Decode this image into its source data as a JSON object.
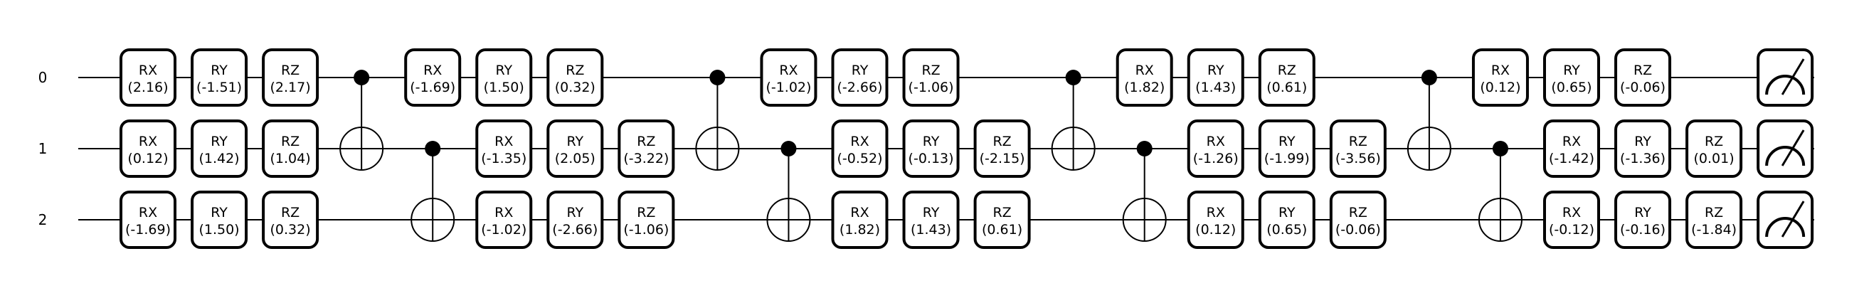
{
  "diagram": {
    "wires": [
      {
        "label": "0"
      },
      {
        "label": "1"
      },
      {
        "label": "2"
      }
    ],
    "layers": [
      {
        "type": "gates",
        "gates": [
          {
            "name": "RX",
            "param": "(2.16)"
          },
          {
            "name": "RX",
            "param": "(0.12)"
          },
          {
            "name": "RX",
            "param": "(-1.69)"
          }
        ]
      },
      {
        "type": "gates",
        "gates": [
          {
            "name": "RY",
            "param": "(-1.51)"
          },
          {
            "name": "RY",
            "param": "(1.42)"
          },
          {
            "name": "RY",
            "param": "(1.50)"
          }
        ]
      },
      {
        "type": "gates",
        "gates": [
          {
            "name": "RZ",
            "param": "(2.17)"
          },
          {
            "name": "RZ",
            "param": "(1.04)"
          },
          {
            "name": "RZ",
            "param": "(0.32)"
          }
        ]
      },
      {
        "type": "cnot",
        "control": 0,
        "target": 1
      },
      {
        "type": "mixed",
        "gates": [
          {
            "name": "RX",
            "param": "(-1.69)"
          },
          {
            "cnot": "control",
            "to": 2
          },
          {
            "cnot": "target",
            "from": 1
          }
        ]
      },
      {
        "type": "gates",
        "gates": [
          {
            "name": "RY",
            "param": "(1.50)"
          },
          {
            "name": "RX",
            "param": "(-1.35)"
          },
          {
            "name": "RX",
            "param": "(-1.02)"
          }
        ]
      },
      {
        "type": "gates",
        "gates": [
          {
            "name": "RZ",
            "param": "(0.32)"
          },
          {
            "name": "RY",
            "param": "(2.05)"
          },
          {
            "name": "RY",
            "param": "(-2.66)"
          }
        ]
      },
      {
        "type": "gates",
        "gates": [
          null,
          {
            "name": "RZ",
            "param": "(-3.22)"
          },
          {
            "name": "RZ",
            "param": "(-1.06)"
          }
        ]
      },
      {
        "type": "cnot",
        "control": 0,
        "target": 1
      },
      {
        "type": "mixed",
        "gates": [
          {
            "name": "RX",
            "param": "(-1.02)"
          },
          {
            "cnot": "control",
            "to": 2
          },
          {
            "cnot": "target",
            "from": 1
          }
        ]
      },
      {
        "type": "gates",
        "gates": [
          {
            "name": "RY",
            "param": "(-2.66)"
          },
          {
            "name": "RX",
            "param": "(-0.52)"
          },
          {
            "name": "RX",
            "param": "(1.82)"
          }
        ]
      },
      {
        "type": "gates",
        "gates": [
          {
            "name": "RZ",
            "param": "(-1.06)"
          },
          {
            "name": "RY",
            "param": "(-0.13)"
          },
          {
            "name": "RY",
            "param": "(1.43)"
          }
        ]
      },
      {
        "type": "gates",
        "gates": [
          null,
          {
            "name": "RZ",
            "param": "(-2.15)"
          },
          {
            "name": "RZ",
            "param": "(0.61)"
          }
        ]
      },
      {
        "type": "cnot",
        "control": 0,
        "target": 1
      },
      {
        "type": "mixed",
        "gates": [
          {
            "name": "RX",
            "param": "(1.82)"
          },
          {
            "cnot": "control",
            "to": 2
          },
          {
            "cnot": "target",
            "from": 1
          }
        ]
      },
      {
        "type": "gates",
        "gates": [
          {
            "name": "RY",
            "param": "(1.43)"
          },
          {
            "name": "RX",
            "param": "(-1.26)"
          },
          {
            "name": "RX",
            "param": "(0.12)"
          }
        ]
      },
      {
        "type": "gates",
        "gates": [
          {
            "name": "RZ",
            "param": "(0.61)"
          },
          {
            "name": "RY",
            "param": "(-1.99)"
          },
          {
            "name": "RY",
            "param": "(0.65)"
          }
        ]
      },
      {
        "type": "gates",
        "gates": [
          null,
          {
            "name": "RZ",
            "param": "(-3.56)"
          },
          {
            "name": "RZ",
            "param": "(-0.06)"
          }
        ]
      },
      {
        "type": "cnot",
        "control": 0,
        "target": 1
      },
      {
        "type": "mixed",
        "gates": [
          {
            "name": "RX",
            "param": "(0.12)"
          },
          {
            "cnot": "control",
            "to": 2
          },
          {
            "cnot": "target",
            "from": 1
          }
        ]
      },
      {
        "type": "gates",
        "gates": [
          {
            "name": "RY",
            "param": "(0.65)"
          },
          {
            "name": "RX",
            "param": "(-1.42)"
          },
          {
            "name": "RX",
            "param": "(-0.12)"
          }
        ]
      },
      {
        "type": "gates",
        "gates": [
          {
            "name": "RZ",
            "param": "(-0.06)"
          },
          {
            "name": "RY",
            "param": "(-1.36)"
          },
          {
            "name": "RY",
            "param": "(-0.16)"
          }
        ]
      },
      {
        "type": "gates",
        "gates": [
          null,
          {
            "name": "RZ",
            "param": "(0.01)"
          },
          {
            "name": "RZ",
            "param": "(-1.84)"
          }
        ]
      },
      {
        "type": "measure",
        "wires": [
          0,
          1,
          2
        ]
      }
    ]
  }
}
